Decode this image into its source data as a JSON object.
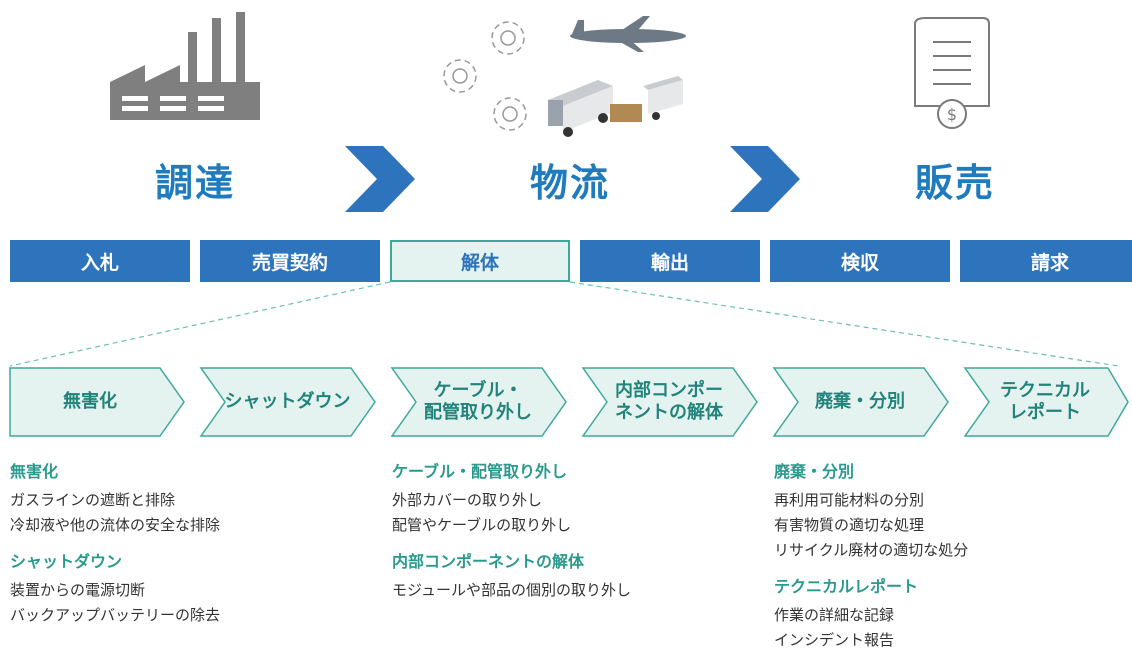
{
  "stages": [
    {
      "title": "調達",
      "icon": "factory-icon"
    },
    {
      "title": "物流",
      "icon": "logistics-icon"
    },
    {
      "title": "販売",
      "icon": "invoice-icon"
    }
  ],
  "process_bar": [
    "入札",
    "売買契約",
    "解体",
    "輸出",
    "検収",
    "請求"
  ],
  "active_step": "解体",
  "steps": [
    {
      "line1": "無害化",
      "line2": ""
    },
    {
      "line1": "シャットダウン",
      "line2": ""
    },
    {
      "line1": "ケーブル・",
      "line2": "配管取り外し"
    },
    {
      "line1": "内部コンポー",
      "line2": "ネントの解体"
    },
    {
      "line1": "廃棄・分別",
      "line2": ""
    },
    {
      "line1": "テクニカル",
      "line2": "レポート"
    }
  ],
  "details": {
    "col1": [
      {
        "heading": "無害化",
        "items": [
          "ガスラインの遮断と排除",
          "冷却液や他の流体の安全な排除"
        ]
      },
      {
        "heading": "シャットダウン",
        "items": [
          "装置からの電源切断",
          "バックアップバッテリーの除去"
        ]
      }
    ],
    "col2": [
      {
        "heading": "ケーブル・配管取り外し",
        "items": [
          "外部カバーの取り外し",
          "配管やケーブルの取り外し"
        ]
      },
      {
        "heading": "内部コンポーネントの解体",
        "items": [
          "モジュールや部品の個別の取り外し"
        ]
      }
    ],
    "col3": [
      {
        "heading": "廃棄・分別",
        "items": [
          "再利用可能材料の分別",
          "有害物質の適切な処理",
          "リサイクル廃材の適切な処分"
        ]
      },
      {
        "heading": "テクニカルレポート",
        "items": [
          "作業の詳細な記録",
          "インシデント報告"
        ]
      }
    ]
  },
  "colors": {
    "blue": "#2e74bd",
    "teal": "#3ea89b",
    "teal_fill": "#e4f3f0",
    "icon_gray": "#7a7a7a"
  }
}
